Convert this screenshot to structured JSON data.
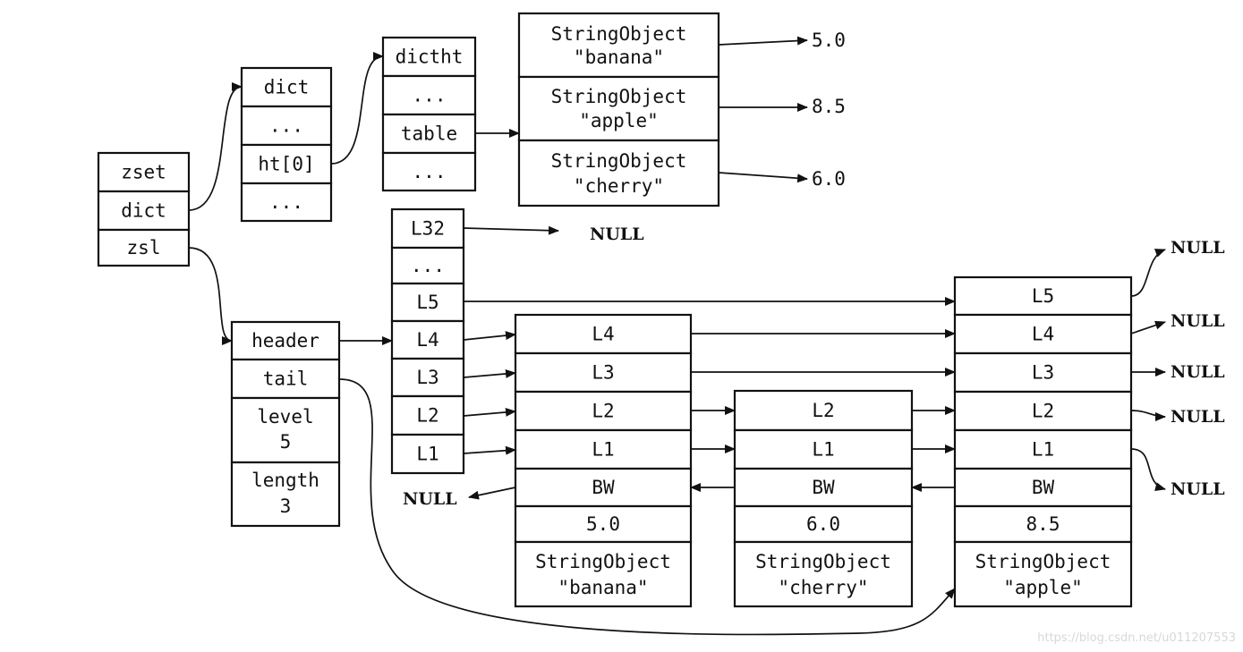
{
  "zset": [
    "zset",
    "dict",
    "zsl"
  ],
  "dict": [
    "dict",
    "...",
    "ht[0]",
    "..."
  ],
  "dictht": [
    "dictht",
    "...",
    "table",
    "..."
  ],
  "dict_entries": [
    {
      "type": "StringObject",
      "member": "\"banana\"",
      "score": "5.0"
    },
    {
      "type": "StringObject",
      "member": "\"apple\"",
      "score": "8.5"
    },
    {
      "type": "StringObject",
      "member": "\"cherry\"",
      "score": "6.0"
    }
  ],
  "zskiplist": [
    "header",
    "tail",
    "level",
    "5",
    "length",
    "3"
  ],
  "header_levels": [
    "L32",
    "...",
    "L5",
    "L4",
    "L3",
    "L2",
    "L1"
  ],
  "null_label": "NULL",
  "nodes": [
    {
      "levels": [
        "L4",
        "L3",
        "L2",
        "L1"
      ],
      "backward": "BW",
      "score": "5.0",
      "obj_type": "StringObject",
      "obj_value": "\"banana\""
    },
    {
      "levels": [
        "L2",
        "L1"
      ],
      "backward": "BW",
      "score": "6.0",
      "obj_type": "StringObject",
      "obj_value": "\"cherry\""
    },
    {
      "levels": [
        "L5",
        "L4",
        "L3",
        "L2",
        "L1"
      ],
      "backward": "BW",
      "score": "8.5",
      "obj_type": "StringObject",
      "obj_value": "\"apple\""
    }
  ],
  "watermark": "https://blog.csdn.net/u011207553"
}
